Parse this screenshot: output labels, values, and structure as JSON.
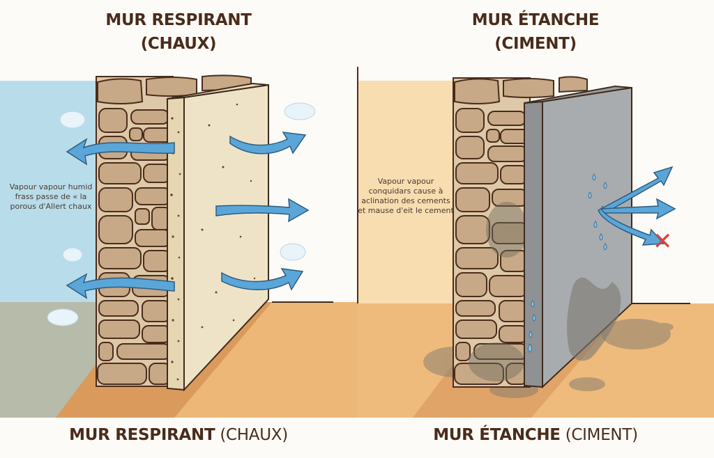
{
  "left_panel": {
    "title_line1": "MUR RESPIRANT",
    "title_line2": "(CHAUX)",
    "note": "Vapour vapour humid frass passe de « la porous d'Allert chaux",
    "footer_bold": "MUR RESPIRANT",
    "footer_light": "(CHAUX)",
    "colors": {
      "sky": "#b8dcea",
      "ground": "#e8b277",
      "lime_render": "#efe3c7",
      "stone": "#c7a987",
      "arrow": "#5aa6d8"
    },
    "arrows": [
      {
        "direction": "out-left",
        "label": "vapour-escaping"
      },
      {
        "direction": "out-left",
        "label": "vapour-escaping"
      },
      {
        "direction": "out-right",
        "label": "vapour-escaping"
      },
      {
        "direction": "out-right",
        "label": "vapour-escaping"
      },
      {
        "direction": "out-right",
        "label": "vapour-escaping"
      }
    ]
  },
  "right_panel": {
    "title_line1": "MUR ÉTANCHE",
    "title_line2": "(CIMENT)",
    "note": "Vapour vapour conquidars cause à aclination des cements et mause d'eit le cement",
    "footer_bold": "MUR ÉTANCHE",
    "footer_light": "(CIMENT)",
    "colors": {
      "wall_bg": "#f8ddb1",
      "ground": "#efbb7c",
      "cement": "#a9acae",
      "stone": "#c7a987",
      "arrow": "#5aa6d8",
      "blocked": "#d9443a"
    },
    "blocked_symbol": "✕"
  }
}
